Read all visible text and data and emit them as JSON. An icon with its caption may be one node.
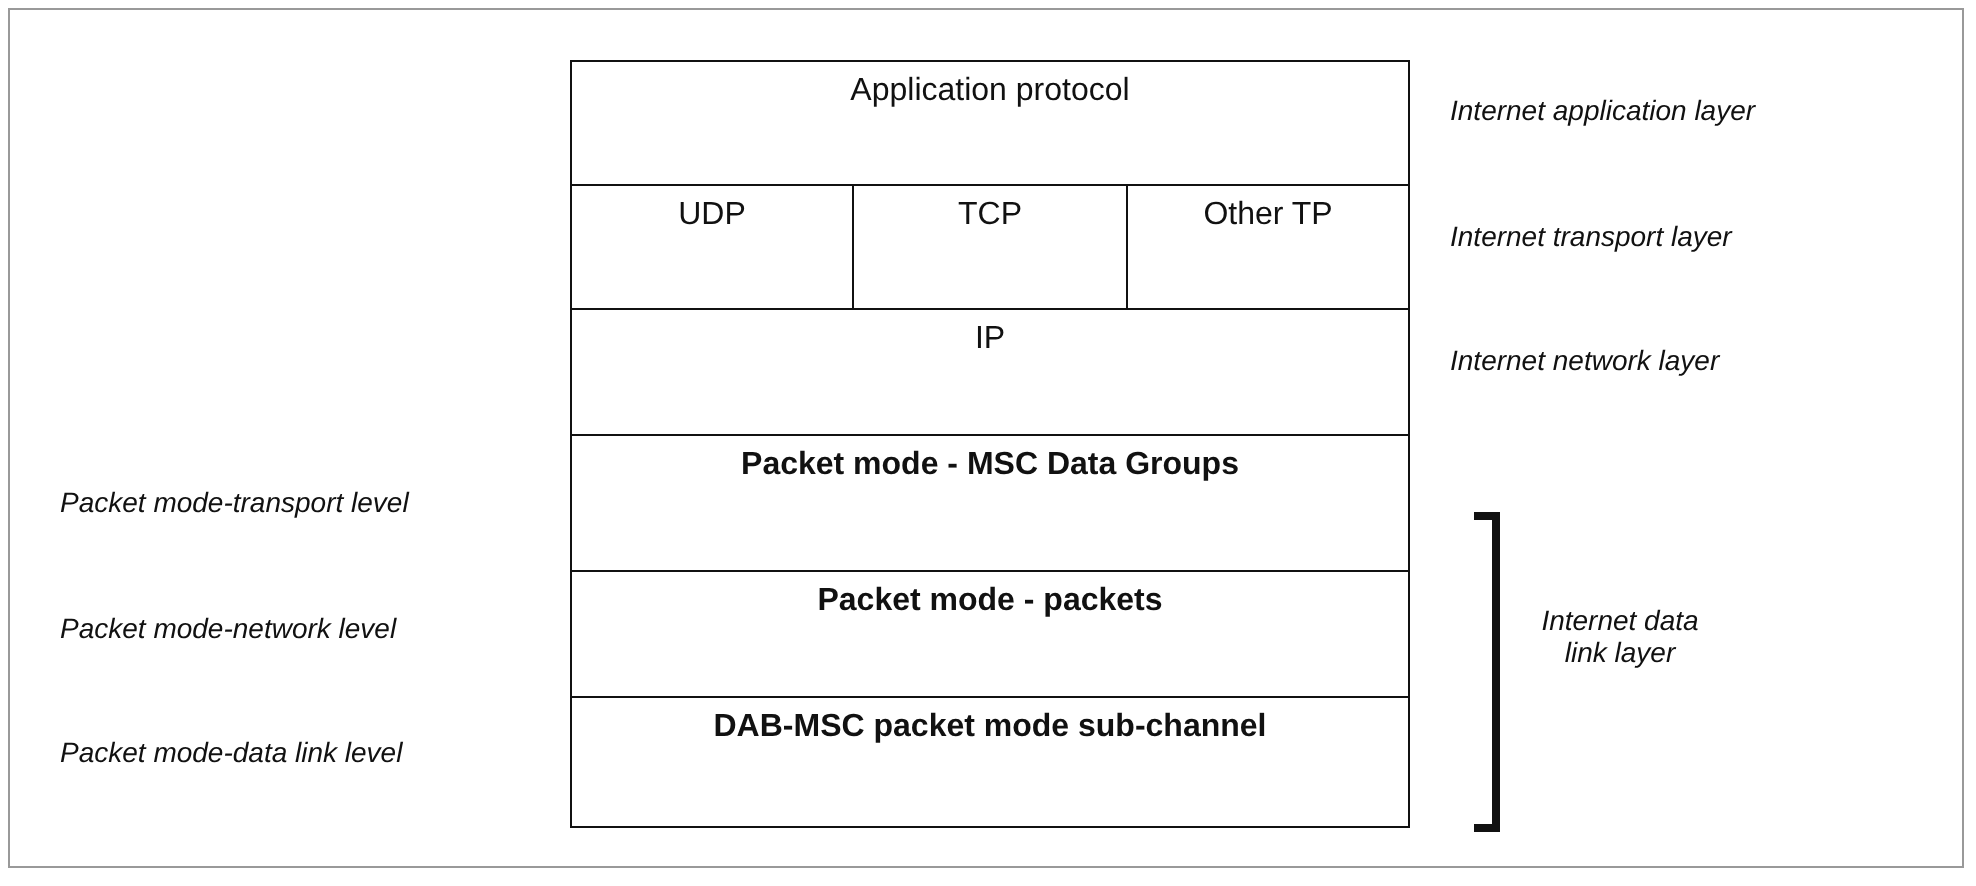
{
  "diagram": {
    "nodes": [
      {
        "text": [
          "Application protocol"
        ]
      },
      {
        "text": [
          "UDP"
        ]
      },
      {
        "text": [
          "TCP"
        ]
      },
      {
        "text": [
          "Other TP"
        ]
      },
      {
        "text": [
          "IP"
        ]
      },
      {
        "text": [
          "Packet mode - MSC Data Groups"
        ]
      },
      {
        "text": [
          "Packet mode - packets"
        ]
      },
      {
        "text": [
          "DAB-MSC packet mode sub-channel"
        ]
      }
    ],
    "labels": [
      "Internet application layer",
      "Internet transport layer",
      "Internet network layer",
      "Packet mode-transport level",
      "Internet data link layer",
      "Packet mode-network level",
      "Packet mode-data link level"
    ]
  }
}
